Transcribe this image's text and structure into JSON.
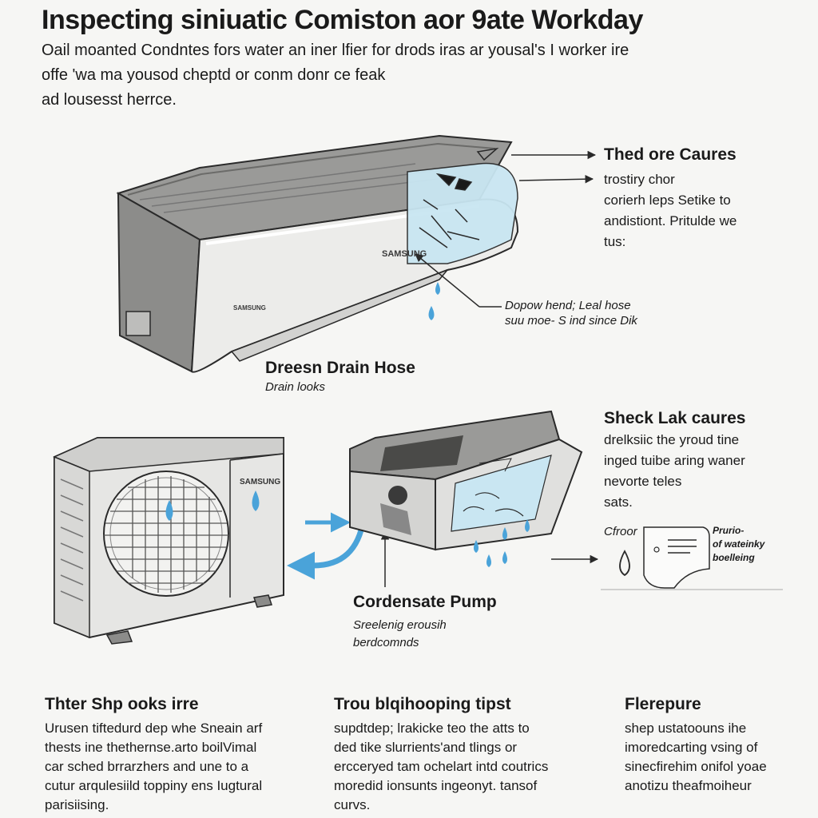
{
  "title": "Inspecting siniuatic Comiston aor 9ate Workday",
  "intro": [
    "Oail moanted Condntes fors water an iner lfier for drods iras ar yousal's I worker ire",
    "offe 'wa ma yousod cheptd or conm donr ce feak",
    "ad lousesst herrce."
  ],
  "brand_label": "SAMSUNG",
  "callouts": {
    "causes": {
      "heading": "Thed ore Caures",
      "lines": [
        "trostiry chor",
        "corierh leps Setike to",
        "andistiont. Pritulde we",
        "tus:"
      ]
    },
    "hose_note": {
      "lines": [
        "Dopow hend; Leal hose",
        "suu moe- S ind since Dik"
      ]
    },
    "drain_hose": {
      "heading": "Dreesn Drain Hose",
      "sub": "Drain looks"
    },
    "leak_causes": {
      "heading": "Sheck Lak caures",
      "lines": [
        "drelksiic the yroud tine",
        "inged tuibe aring waner",
        "nevorte teles",
        "sats."
      ]
    },
    "cfroor": {
      "label": "Cfroor",
      "note": [
        "Prurio-",
        "of wateinky",
        "boelleing"
      ]
    },
    "pump": {
      "heading": "Cordensate Pump",
      "sub": [
        "Sreelenig erousih",
        "berdcomnds"
      ]
    }
  },
  "columns": [
    {
      "heading": "Thter Shp ooks irre",
      "lines": [
        "Urusen tiftedurd dep whe Sneain arf",
        "thests ine thethernse.arto boilVimal",
        "car sched brrarzhers and une to a",
        "cutur arqulesiild toppiny ens Iugtural",
        "parisiising."
      ]
    },
    {
      "heading": "Trou blqihooping tipst",
      "lines": [
        "supdtdep; lrakicke teo the atts to",
        "ded tike slurrients'and tlings or",
        "ercceryed tam ochelart intd coutrics",
        "moredid ionsunts ingeonyt. tansof",
        "curvs."
      ]
    },
    {
      "heading": "Flerepure",
      "lines": [
        "shep ustatoouns ihe",
        "imoredcarting vsing of",
        "sinecfirehim onifol yoae",
        "anotizu theafmoiheur"
      ]
    }
  ],
  "colors": {
    "water": "#4aa3d9",
    "ice": "#c9e6f2",
    "line": "#2a2a2a",
    "unit_body": "#e6e6e4",
    "unit_dark": "#8c8c8a"
  }
}
